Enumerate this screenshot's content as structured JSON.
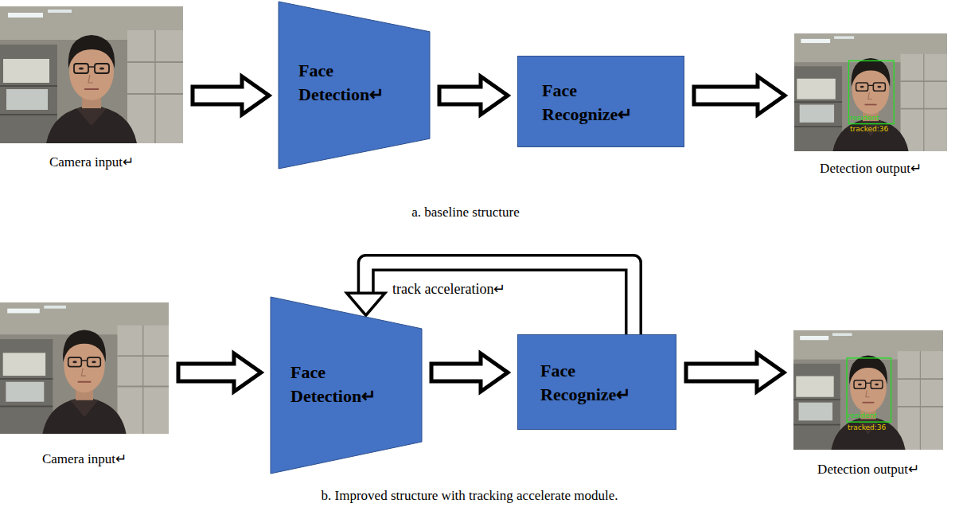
{
  "diagram": {
    "nodes": [
      {
        "text": [
          "Camera input↵"
        ]
      },
      {
        "text": [
          "Face Detection↵"
        ]
      },
      {
        "text": [
          "Face Recognize↵"
        ]
      },
      {
        "text": [
          "Detection output↵"
        ]
      },
      {
        "text": [
          "Camera input↵"
        ]
      },
      {
        "text": [
          "Face Detection↵"
        ]
      },
      {
        "text": [
          "Face Recognize↵"
        ]
      },
      {
        "text": [
          "Detection output↵"
        ]
      }
    ],
    "edges": [
      {
        "from": 0,
        "to": 1,
        "arrow": "to"
      },
      {
        "from": 1,
        "to": 2,
        "arrow": "to"
      },
      {
        "from": 2,
        "to": 3,
        "arrow": "to"
      },
      {
        "from": 4,
        "to": 5,
        "arrow": "to"
      },
      {
        "from": 5,
        "to": 6,
        "arrow": "to"
      },
      {
        "from": 6,
        "to": 7,
        "arrow": "to"
      },
      {
        "from": 6,
        "to": 5,
        "label": "track acceleration↵",
        "arrow": "to"
      }
    ],
    "labels": [
      "resident",
      "tracked:36",
      "a. baseline structure",
      "resident",
      "tracked:36",
      "b. Improved structure with tracking accelerate module."
    ]
  }
}
